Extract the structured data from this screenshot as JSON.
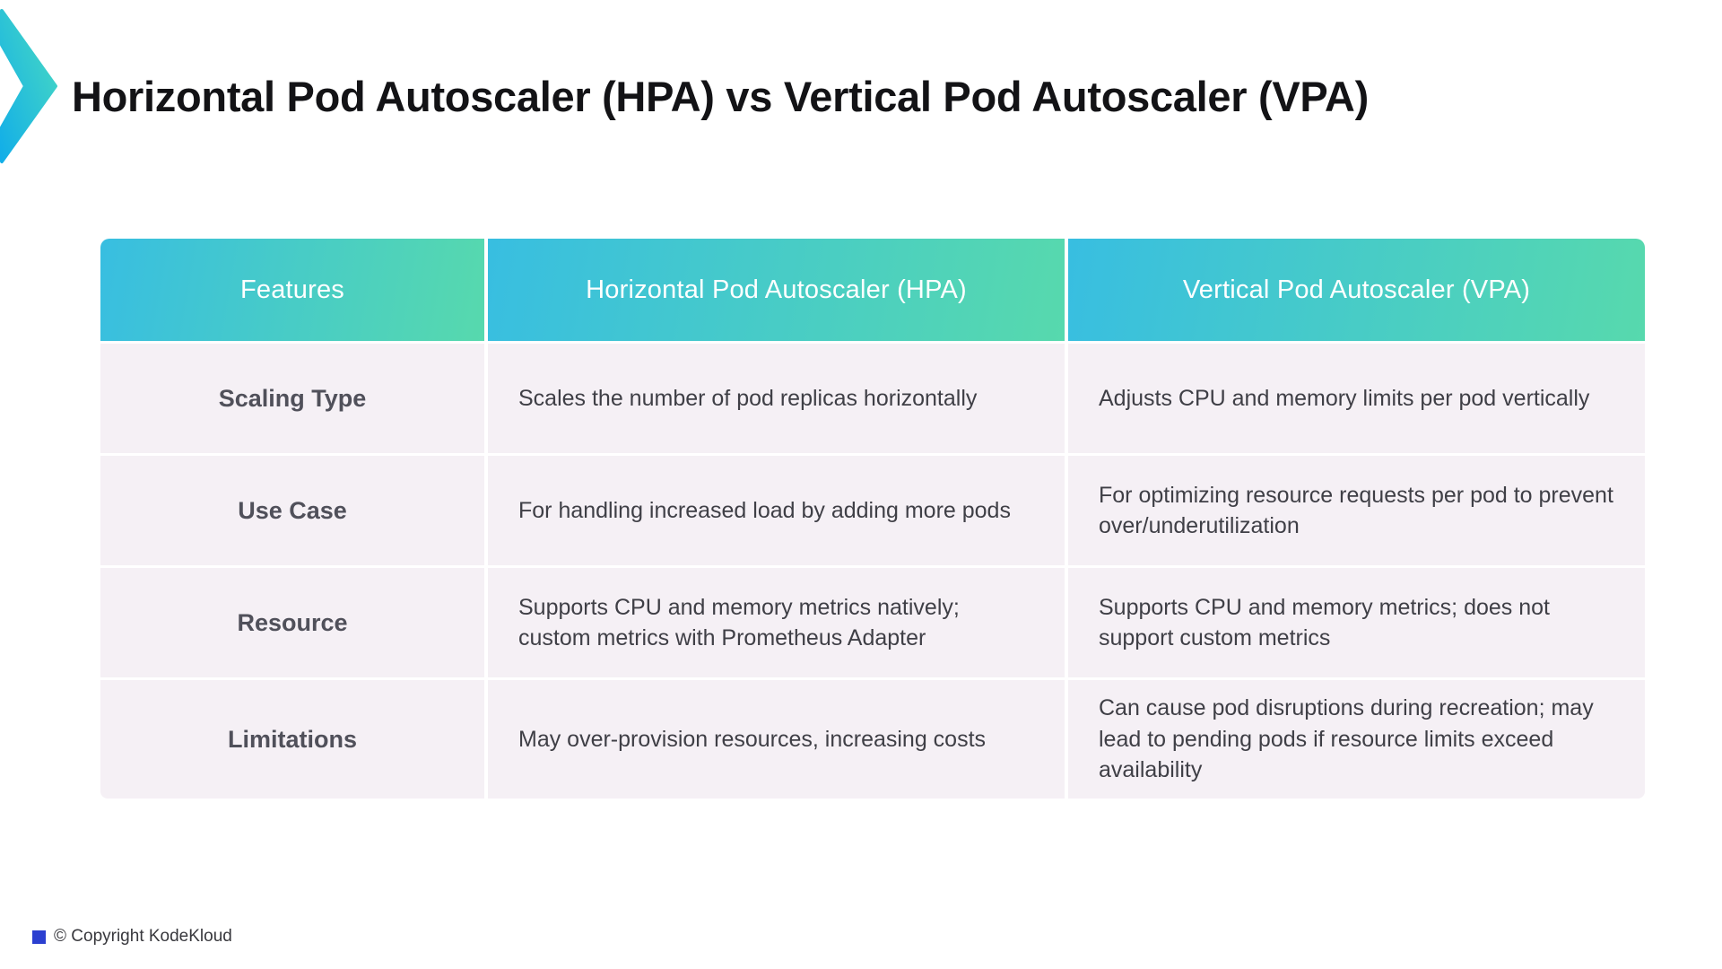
{
  "title": "Horizontal Pod Autoscaler (HPA) vs Vertical Pod Autoscaler (VPA)",
  "table": {
    "headers": [
      "Features",
      "Horizontal Pod Autoscaler (HPA)",
      "Vertical Pod Autoscaler (VPA)"
    ],
    "rows": [
      {
        "feature": "Scaling Type",
        "hpa": "Scales the number of pod replicas horizontally",
        "vpa": "Adjusts CPU and memory limits per pod vertically"
      },
      {
        "feature": "Use Case",
        "hpa": "For handling increased load by adding more pods",
        "vpa": "For optimizing resource requests per pod to prevent over/underutilization"
      },
      {
        "feature": "Resource",
        "hpa": "Supports CPU and memory metrics natively; custom metrics with Prometheus Adapter",
        "vpa": "Supports CPU and memory metrics; does not support custom metrics"
      },
      {
        "feature": "Limitations",
        "hpa": "May over-provision resources, increasing costs",
        "vpa": "Can cause pod disruptions during recreation; may lead to pending pods if resource limits exceed availability"
      }
    ]
  },
  "footer": {
    "copyright": "© Copyright KodeKloud"
  },
  "theme": {
    "header_gradient_start": "#38bee1",
    "header_gradient_end": "#57d9ad",
    "row_background": "#f5f0f5",
    "title_color": "#131316",
    "body_text_color": "#3f3f46",
    "logo_blue": "#2b3fd0",
    "chevron_gradient_start": "#12aee8",
    "chevron_gradient_end": "#4adbc1"
  },
  "icons": {
    "chevron": "chevron-right-decoration",
    "logo": "kodekloud-logo-square"
  }
}
